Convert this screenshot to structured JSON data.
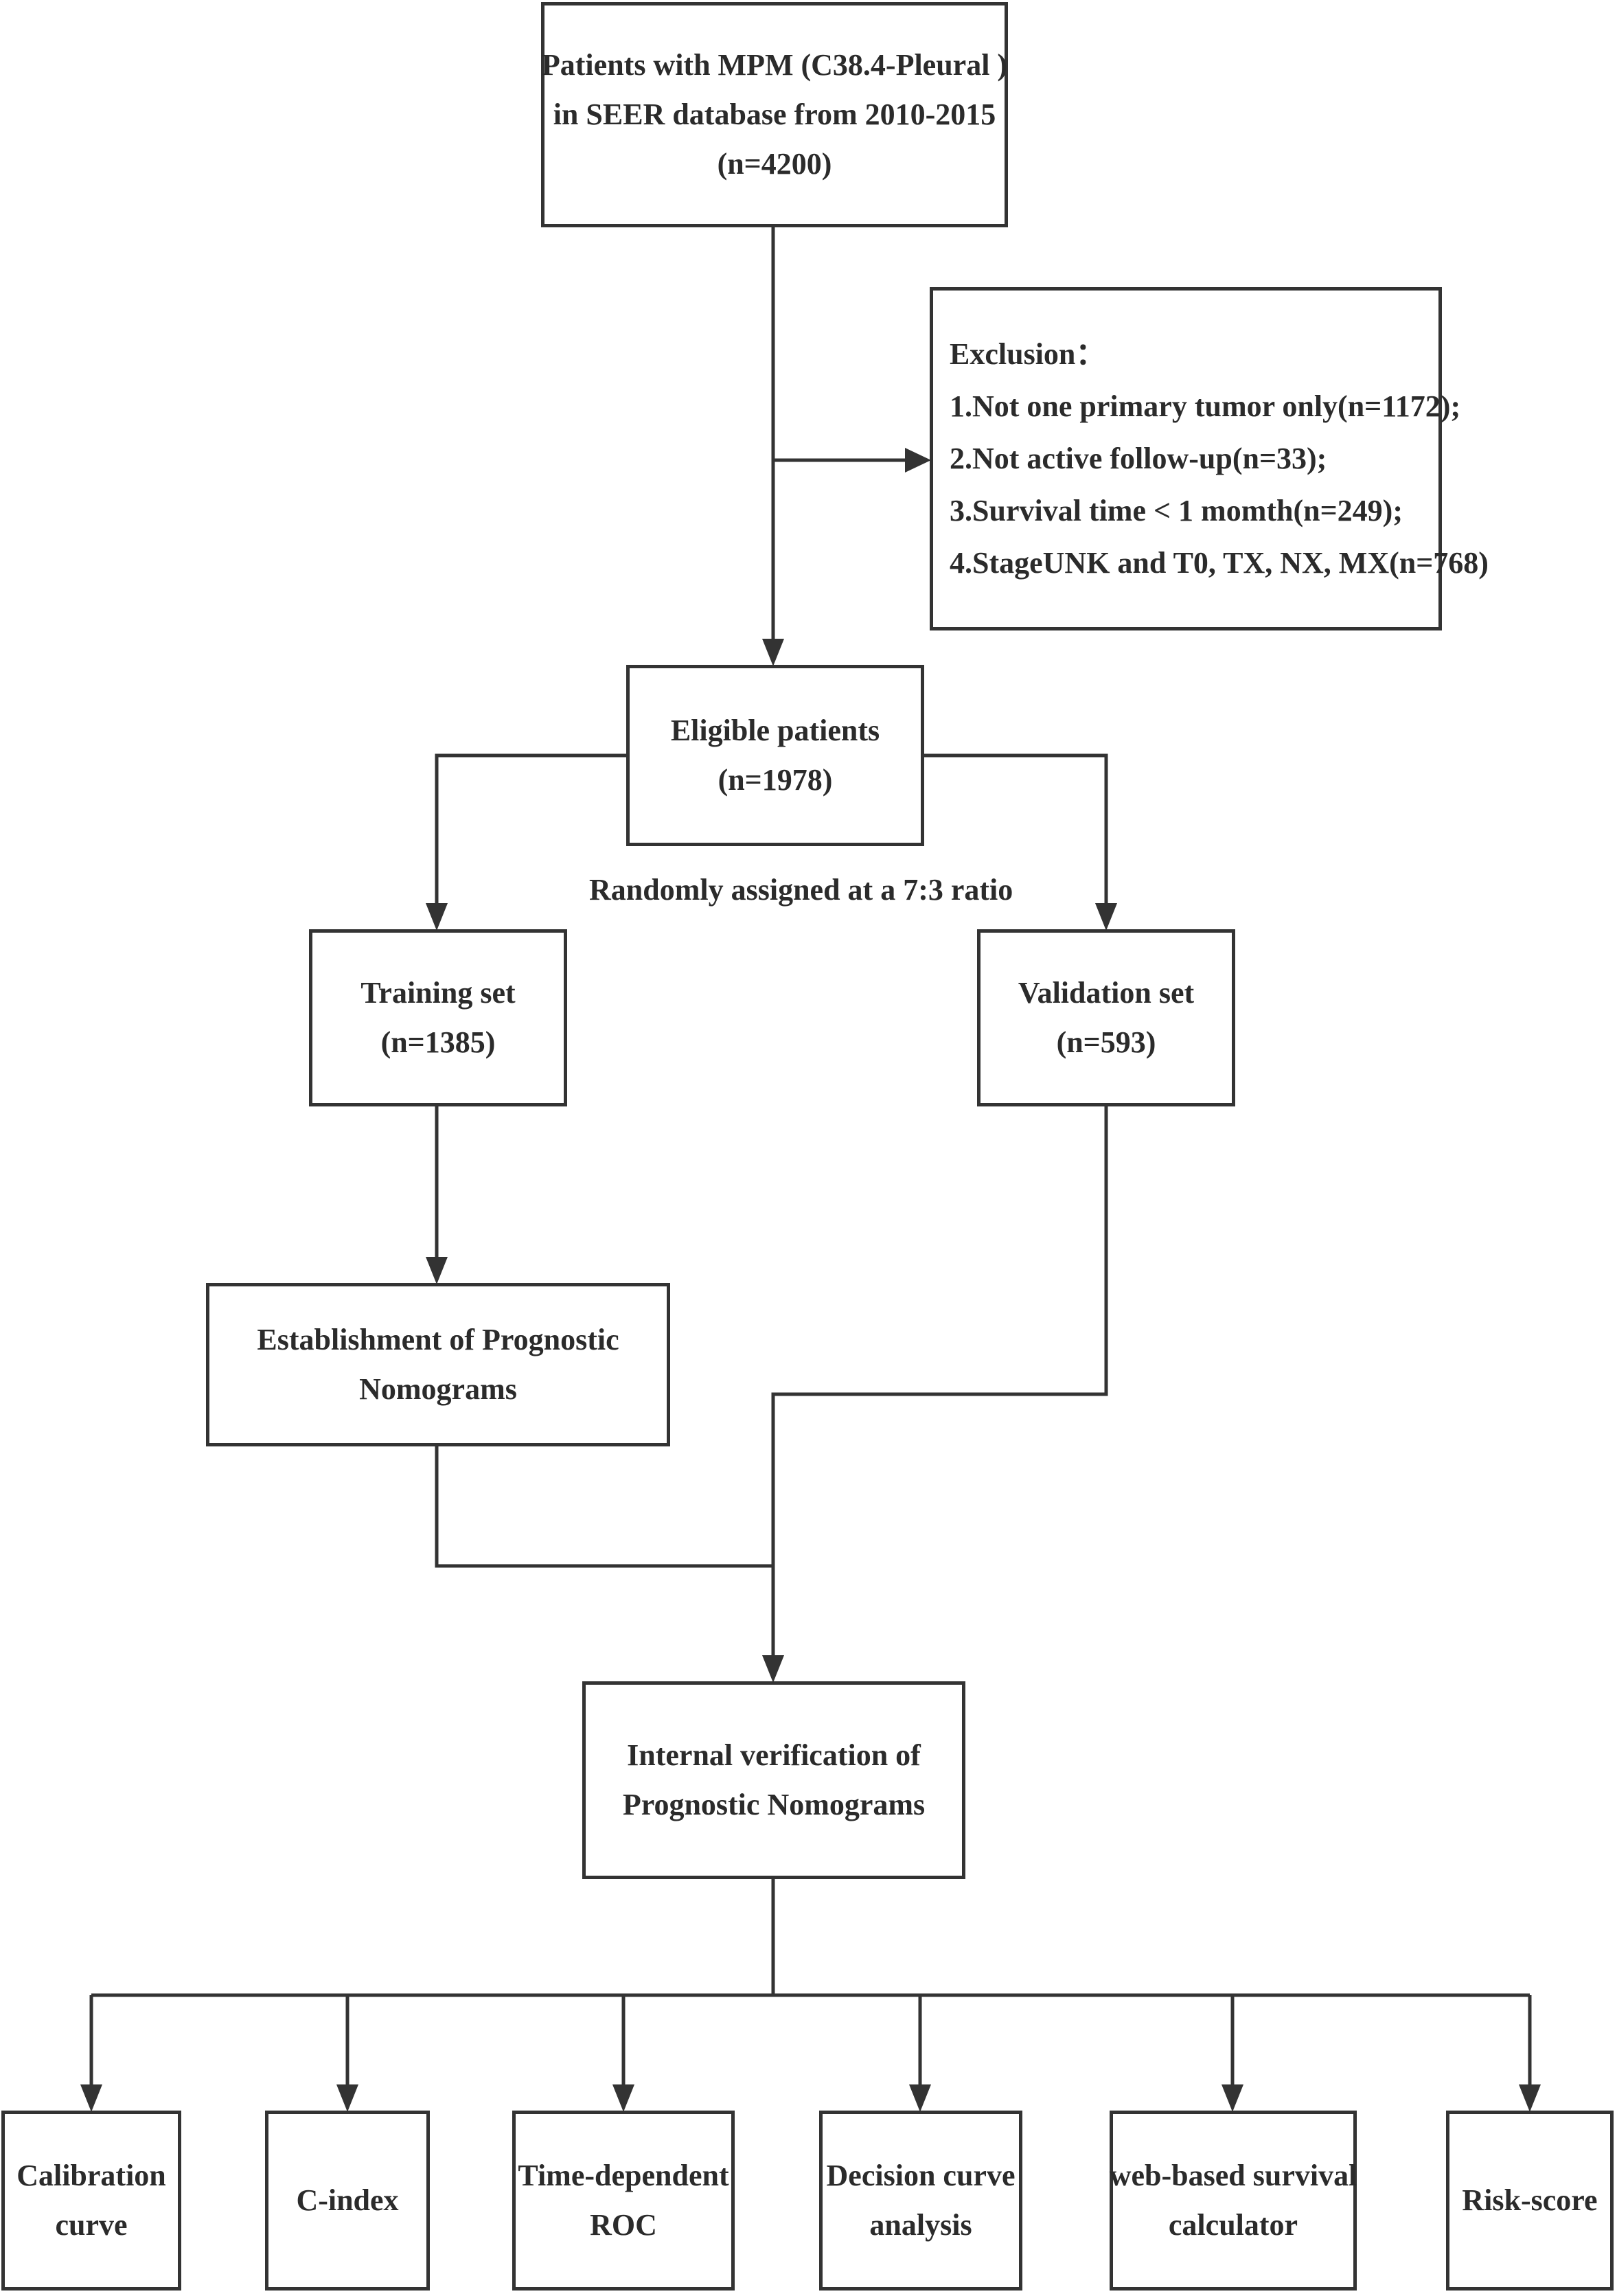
{
  "nodes": {
    "source": {
      "lines": [
        "Patients with MPM (C38.4-Pleural )",
        "in SEER database from 2010-2015",
        "(n=4200)"
      ]
    },
    "exclusion": {
      "lines": [
        "Exclusion：",
        "1.Not one primary tumor only(n=1172);",
        "2.Not active follow-up(n=33);",
        "3.Survival time < 1 momth(n=249);",
        "4.StageUNK and T0, TX, NX, MX(n=768)"
      ]
    },
    "eligible": {
      "lines": [
        "Eligible patients",
        "(n=1978)"
      ]
    },
    "split_label": "Randomly assigned at a 7:3 ratio",
    "training": {
      "lines": [
        "Training set",
        "(n=1385)"
      ]
    },
    "validation": {
      "lines": [
        "Validation set",
        "(n=593)"
      ]
    },
    "establishment": {
      "lines": [
        "Establishment of Prognostic",
        "Nomograms"
      ]
    },
    "internal": {
      "lines": [
        "Internal verification of",
        "Prognostic Nomograms"
      ]
    },
    "outputs": [
      {
        "lines": [
          "Calibration",
          "curve"
        ]
      },
      {
        "lines": [
          "C-index"
        ]
      },
      {
        "lines": [
          "Time-dependent",
          "ROC"
        ]
      },
      {
        "lines": [
          "Decision curve",
          "analysis"
        ]
      },
      {
        "lines": [
          "web-based survival",
          "calculator"
        ]
      },
      {
        "lines": [
          "Risk-score"
        ]
      }
    ]
  },
  "colors": {
    "line": "#333333",
    "text": "#2b2b2b",
    "background": "#ffffff"
  }
}
